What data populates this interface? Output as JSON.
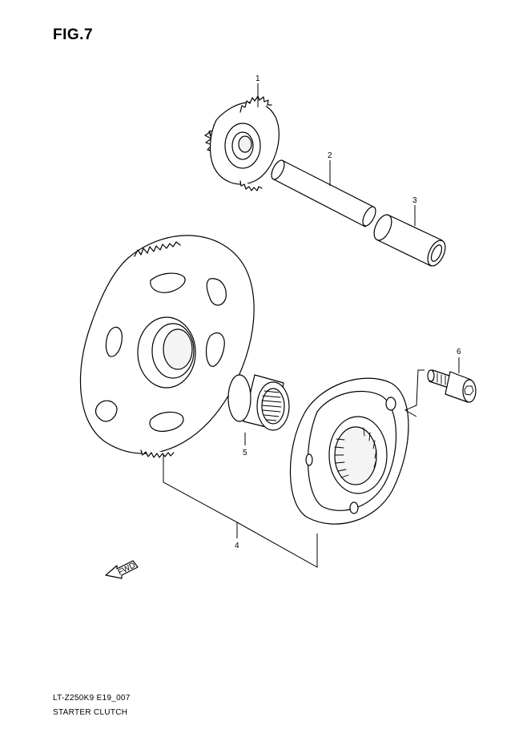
{
  "figure": {
    "title": "FIG.7"
  },
  "callouts": [
    {
      "id": "1",
      "label": "1"
    },
    {
      "id": "2",
      "label": "2"
    },
    {
      "id": "3",
      "label": "3"
    },
    {
      "id": "4",
      "label": "4"
    },
    {
      "id": "5",
      "label": "5"
    },
    {
      "id": "6",
      "label": "6"
    }
  ],
  "direction_marker": {
    "label": "FWD",
    "icon": "fwd-arrow-icon"
  },
  "footer": {
    "code": "LT-Z250K9 E19_007",
    "name": "STARTER CLUTCH"
  }
}
